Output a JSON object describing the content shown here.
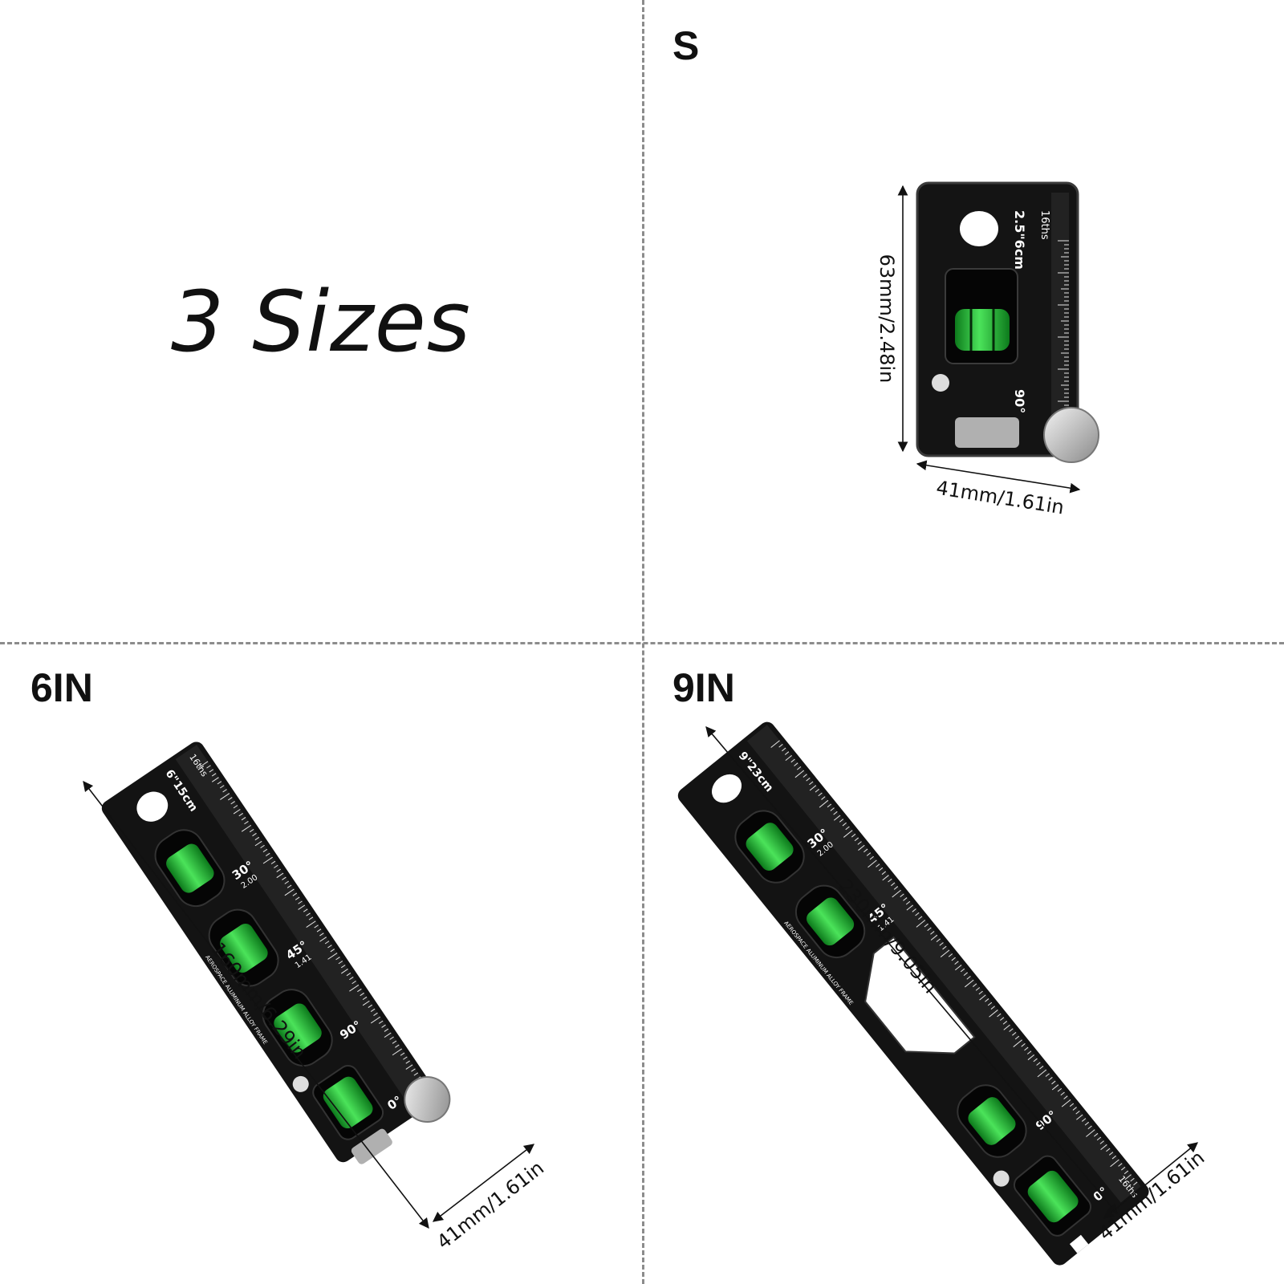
{
  "headline": "3 Sizes",
  "products": {
    "small": {
      "label": "S",
      "height_dim": "63mm/2.48in",
      "width_dim": "41mm/1.61in",
      "scale_label": "16ths",
      "size_mark": "2.5\"6cm",
      "angle_mark": "90°"
    },
    "six_inch": {
      "label": "6IN",
      "length_dim": "160mm/6.29in",
      "width_dim": "41mm/1.61in",
      "scale_label": "16ths",
      "size_mark": "6\"15cm",
      "angles": [
        {
          "deg": "30°",
          "ratio": "2.00"
        },
        {
          "deg": "45°",
          "ratio": "1.41"
        },
        {
          "deg": "90°",
          "ratio": ""
        },
        {
          "deg": "0°",
          "ratio": ""
        }
      ],
      "material_mark": "AEROSPACE ALUMINUM ALLOY FRAME"
    },
    "nine_inch": {
      "label": "9IN",
      "length_dim": "230mm/9.05in",
      "width_dim": "41mm/1.61in",
      "scale_label": "16ths",
      "size_mark": "9\"23cm",
      "angles": [
        {
          "deg": "30°",
          "ratio": "2.00"
        },
        {
          "deg": "45°",
          "ratio": "1.41"
        },
        {
          "deg": "90°",
          "ratio": ""
        },
        {
          "deg": "0°",
          "ratio": ""
        }
      ],
      "material_mark": "AEROSPACE ALUMINUM ALLOY FRAME"
    }
  },
  "colors": {
    "divider": "#8c8c8c",
    "body": "#111111",
    "vial": "#27c93a",
    "knob": "#c8c8c8"
  }
}
